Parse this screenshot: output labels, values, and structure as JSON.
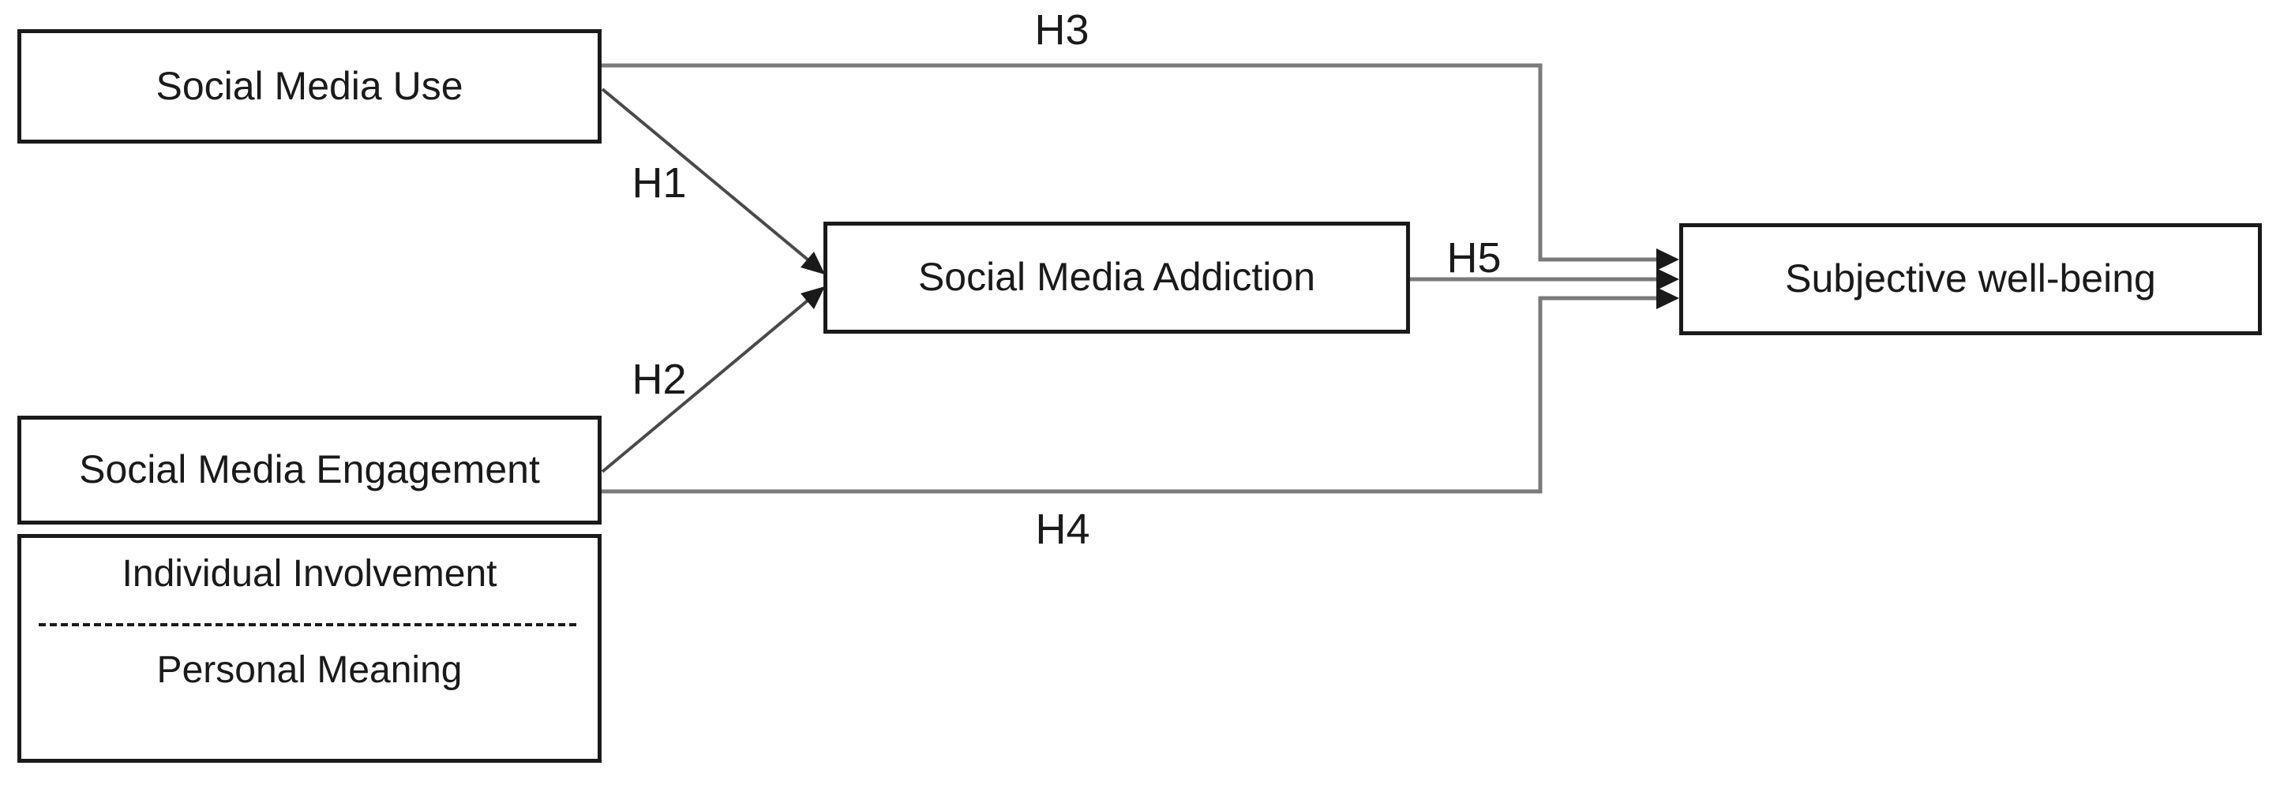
{
  "diagram": {
    "type": "conceptual-research-model",
    "nodes": {
      "social_media_use": {
        "label": "Social Media Use"
      },
      "social_media_engagement": {
        "label": "Social Media Engagement"
      },
      "engagement_dimensions": {
        "items": [
          "Individual Involvement",
          "Personal Meaning"
        ]
      },
      "social_media_addiction": {
        "label": "Social Media Addiction"
      },
      "subjective_well_being": {
        "label": "Subjective well-being"
      }
    },
    "hypotheses": {
      "h1": {
        "label": "H1",
        "from": "Social Media Use",
        "to": "Social Media Addiction"
      },
      "h2": {
        "label": "H2",
        "from": "Social Media Engagement",
        "to": "Social Media Addiction"
      },
      "h3": {
        "label": "H3",
        "from": "Social Media Use",
        "to": "Subjective well-being"
      },
      "h4": {
        "label": "H4",
        "from": "Social Media Engagement",
        "to": "Subjective well-being"
      },
      "h5": {
        "label": "H5",
        "from": "Social Media Addiction",
        "to": "Subjective well-being"
      }
    },
    "colors": {
      "background": "#ffffff",
      "box_border": "#1a1a1a",
      "text": "#1a1a1a",
      "connector": "#7a7a7a",
      "diagonal_connector": "#4a4a4a",
      "arrowhead": "#1a1a1a"
    }
  }
}
